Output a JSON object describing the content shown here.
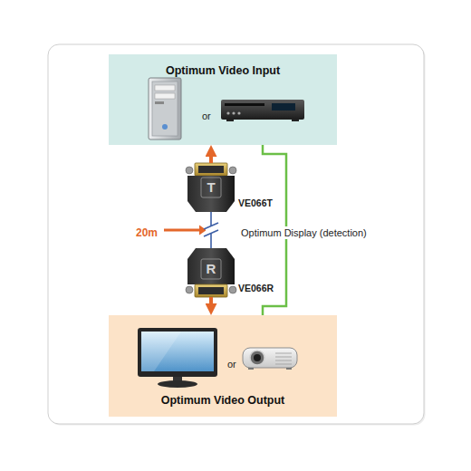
{
  "diagram": {
    "nodes": [
      {
        "text": [
          "Optimum Video Input",
          "or"
        ]
      },
      {
        "text": [
          "T",
          "VE066T"
        ]
      },
      {
        "text": [
          "R",
          "VE066R"
        ]
      },
      {
        "text": [
          "or",
          "Optimum Video Output"
        ]
      }
    ],
    "edges": [
      {
        "from": 1,
        "to": 0,
        "arrow": "to"
      },
      {
        "from": 1,
        "to": 2,
        "arrow": "none"
      },
      {
        "from": 2,
        "to": 3,
        "arrow": "to"
      },
      {
        "from": 3,
        "to": 0,
        "arrow": "none",
        "label": "Optimum Display (detection)"
      }
    ],
    "labels": [
      "20m"
    ]
  }
}
